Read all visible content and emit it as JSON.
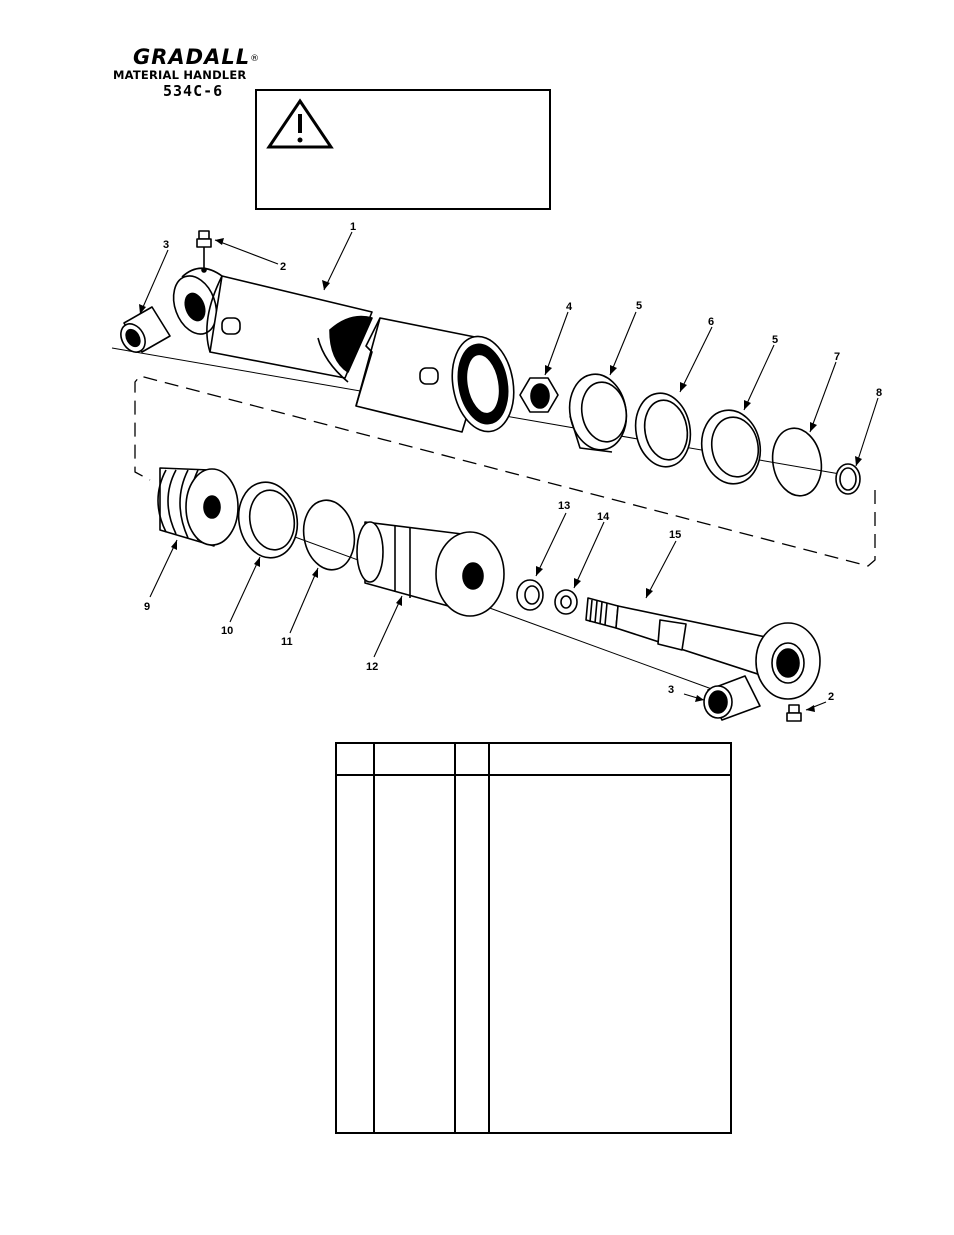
{
  "header": {
    "brand": "GRADALL",
    "registered_mark": "®",
    "subtitle": "MATERIAL HANDLER",
    "model": "534C-6"
  },
  "warning": {
    "icon": "warning-triangle-icon"
  },
  "diagram": {
    "callouts": [
      "1",
      "2",
      "3",
      "4",
      "5",
      "5",
      "6",
      "7",
      "8",
      "9",
      "10",
      "11",
      "12",
      "13",
      "14",
      "15",
      "3",
      "2"
    ]
  },
  "parts_table": {
    "columns": 4,
    "rows": []
  }
}
